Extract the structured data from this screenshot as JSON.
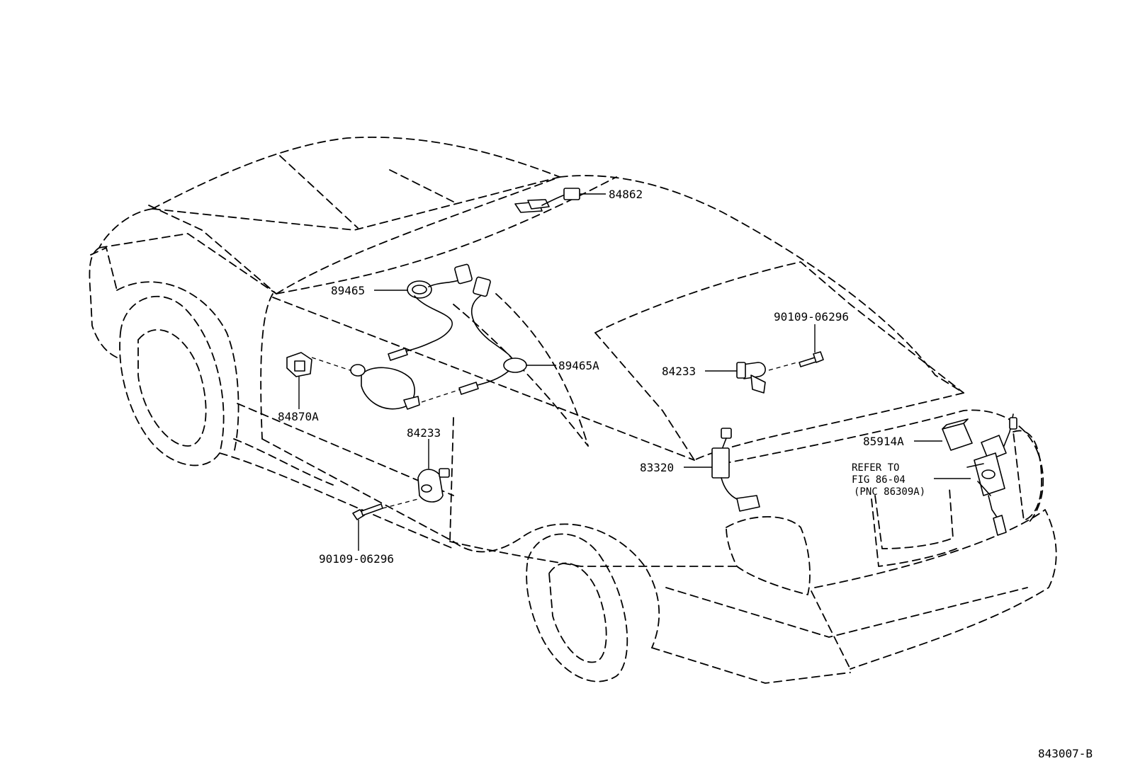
{
  "diagram_id": "843007-B",
  "labels": {
    "p84862": "84862",
    "p89465": "89465",
    "p89465A": "89465A",
    "p84870A": "84870A",
    "p84233_left": "84233",
    "p84233_right": "84233",
    "p90109_left": "90109-06296",
    "p90109_right": "90109-06296",
    "p83320": "83320",
    "p85914A": "85914A"
  },
  "note": {
    "line1": "REFER TO",
    "line2": "FIG 86-04",
    "line3": "(PNC 86309A)"
  }
}
